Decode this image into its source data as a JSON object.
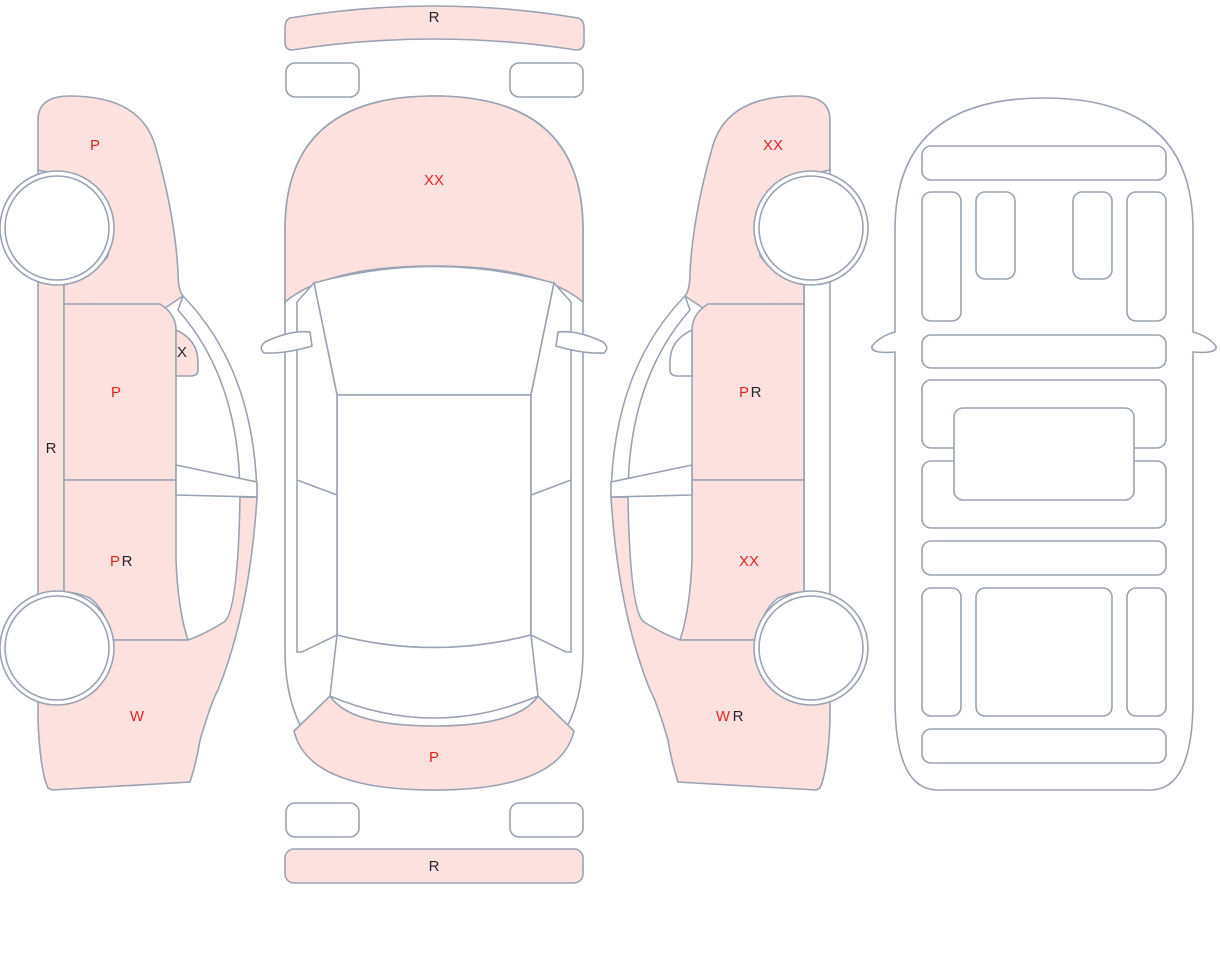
{
  "colors": {
    "damage_fill": "#fde1de",
    "outline": "#9aa3b3",
    "code_red": "#e02424",
    "code_dark": "#1f2430"
  },
  "labels": {
    "front_bumper_top": "R",
    "hood": "XX",
    "rear_trunk": "P",
    "rear_bumper": "R",
    "left_front_fender": "P",
    "left_front_door": "P",
    "left_mirror": "X",
    "left_rocker": "R",
    "left_rear_door_a": "P",
    "left_rear_door_b": "R",
    "left_quarter": "W",
    "right_front_fender": "XX",
    "right_front_door_a": "P",
    "right_front_door_b": "R",
    "right_rear_door": "XX",
    "right_quarter_a": "W",
    "right_quarter_b": "R"
  }
}
